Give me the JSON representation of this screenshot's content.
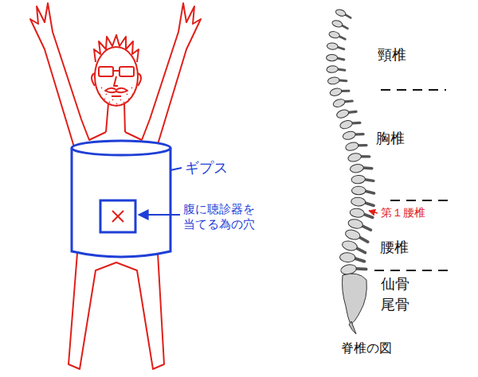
{
  "diagram": {
    "caption": "脊椎の図",
    "labels": [
      "ギプス",
      "腹に聴診器を 当てる為の穴",
      "頸椎",
      "胸椎",
      "第１腰椎",
      "腰椎",
      "仙骨",
      "尾骨"
    ]
  }
}
